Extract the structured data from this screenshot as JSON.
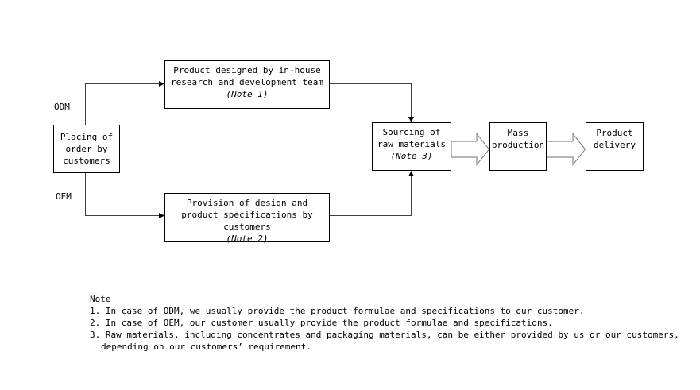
{
  "colors": {
    "background": "#ffffff",
    "box_border": "#000000",
    "connector_line": "#404040",
    "block_arrow_outline": "#707070"
  },
  "flowchart": {
    "labels": {
      "odm": "ODM",
      "oem": "OEM"
    },
    "boxes": {
      "placing": {
        "lines": [
          "Placing of",
          "order by",
          "customers"
        ]
      },
      "designed": {
        "lines": [
          "Product designed by in-house",
          "research and development team"
        ],
        "note": "(Note 1)"
      },
      "provision": {
        "lines": [
          "Provision of design and",
          "product specifications by",
          "customers"
        ],
        "note": "(Note 2)"
      },
      "sourcing": {
        "lines": [
          "Sourcing of",
          "raw materials"
        ],
        "note": "(Note 3)"
      },
      "mass": {
        "lines": [
          "Mass",
          "production"
        ]
      },
      "delivery": {
        "lines": [
          "Product",
          "delivery"
        ]
      }
    }
  },
  "notes": {
    "title": "Note",
    "items": [
      "1. In case of ODM, we usually provide the product formulae and specifications to our customer.",
      "2. In case of OEM, our customer usually provide the product formulae and specifications.",
      "3. Raw materials, including concentrates and packaging materials, can be either provided by us or our customers,"
    ],
    "continuation": "depending on our customers’ requirement."
  }
}
